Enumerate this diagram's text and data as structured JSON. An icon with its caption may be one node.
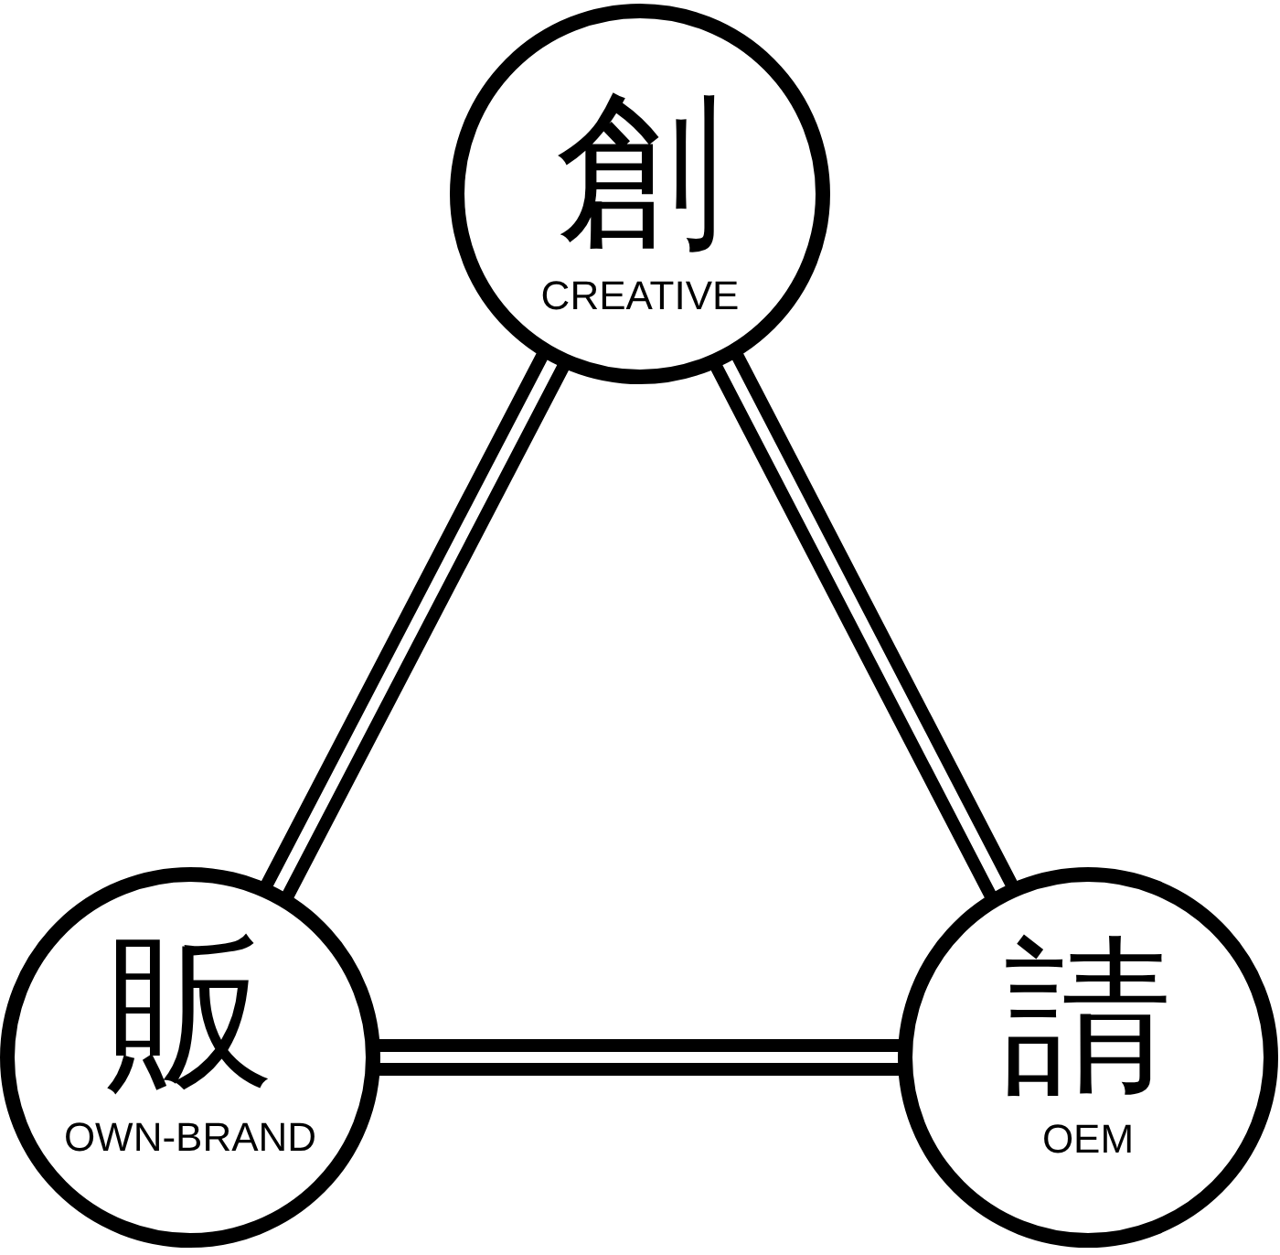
{
  "diagram": {
    "nodes": [
      {
        "text": [
          "創",
          "CREATIVE"
        ]
      },
      {
        "text": [
          "販",
          "OWN-BRAND"
        ]
      },
      {
        "text": [
          "請",
          "OEM"
        ]
      }
    ],
    "edges": [
      {
        "from": 0,
        "to": 1,
        "arrow": "none"
      },
      {
        "from": 0,
        "to": 2,
        "arrow": "none"
      },
      {
        "from": 1,
        "to": 2,
        "arrow": "none"
      }
    ]
  }
}
